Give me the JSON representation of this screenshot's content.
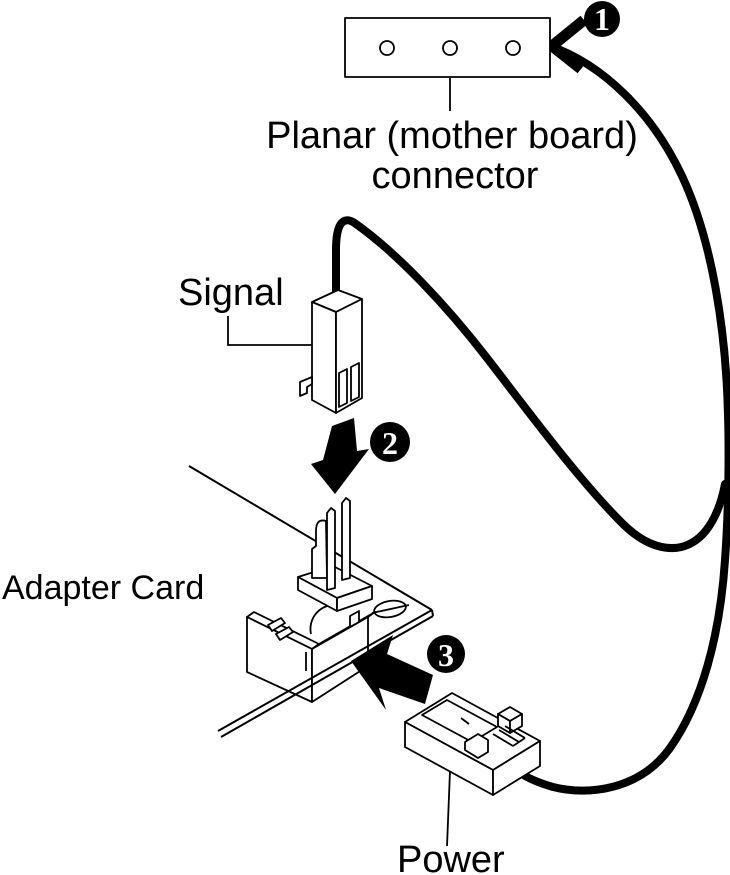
{
  "diagram": {
    "background_color": "#ffffff",
    "line_color": "#000000",
    "labels": {
      "planar_line1": "Planar (mother board)",
      "planar_line2": "connector",
      "signal": "Signal",
      "adapter_card": "Adapter Card",
      "power": "Power"
    },
    "steps": [
      {
        "number": "1",
        "badge_bg": "#000000",
        "badge_text_color": "#ffffff"
      },
      {
        "number": "2",
        "badge_bg": "#000000",
        "badge_text_color": "#ffffff"
      },
      {
        "number": "3",
        "badge_bg": "#000000",
        "badge_text_color": "#ffffff"
      }
    ],
    "planar_connector": {
      "pin_holes": 3
    }
  }
}
